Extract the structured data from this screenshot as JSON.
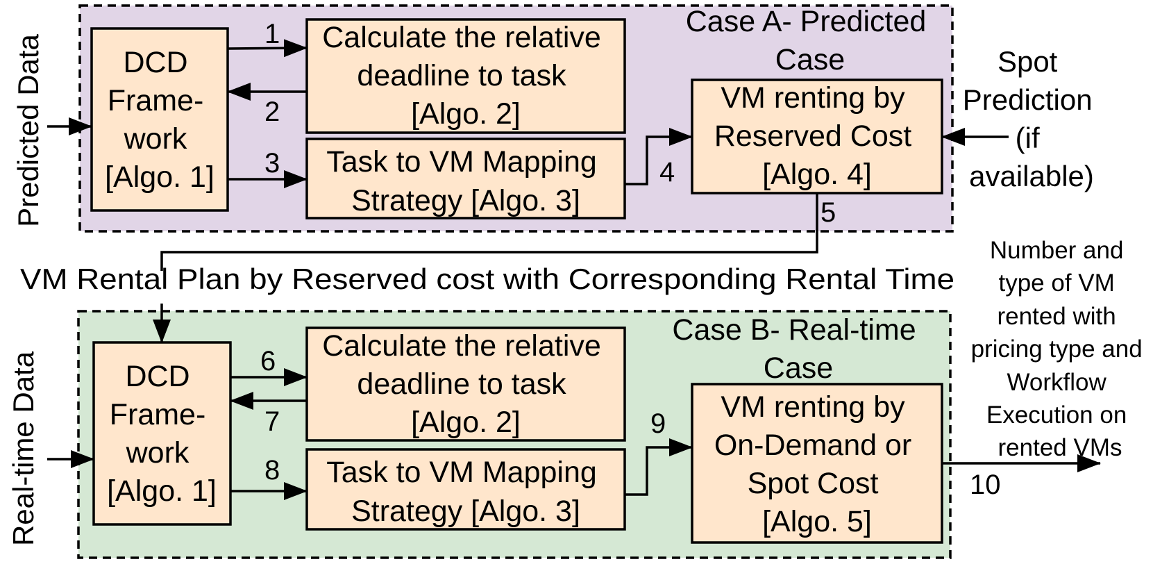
{
  "colors": {
    "case_a_fill": "#e1d5e7",
    "case_b_fill": "#d5e8d4",
    "box_fill": "#ffe6cc",
    "stroke": "#000000"
  },
  "side_labels": {
    "predicted": "Predicted Data",
    "realtime": "Real-time Data"
  },
  "case_a": {
    "title": [
      "Case A- Predicted",
      "Case"
    ],
    "dcd": [
      "DCD",
      "Frame-",
      "work",
      "[Algo. 1]"
    ],
    "calc": [
      "Calculate the relative",
      "deadline to task",
      "[Algo. 2]"
    ],
    "mapping": [
      "Task to VM Mapping",
      "Strategy [Algo. 3]"
    ],
    "renting": [
      "VM renting by",
      "Reserved Cost",
      "[Algo. 4]"
    ]
  },
  "case_b": {
    "title": [
      "Case B- Real-time",
      "Case"
    ],
    "dcd": [
      "DCD",
      "Frame-",
      "work",
      "[Algo. 1]"
    ],
    "calc": [
      "Calculate the relative",
      "deadline to task",
      "[Algo. 2]"
    ],
    "mapping": [
      "Task to VM Mapping",
      "Strategy [Algo. 3]"
    ],
    "renting": [
      "VM renting by",
      "On-Demand or",
      "Spot Cost",
      "[Algo. 5]"
    ]
  },
  "spot_prediction": [
    "Spot",
    "Prediction",
    "(if",
    "available)"
  ],
  "rental_plan": "VM Rental Plan by Reserved cost with Corresponding Rental Time",
  "output_text": [
    "Number and",
    "type of VM",
    "rented with",
    "pricing type and",
    "Workflow",
    "Execution on",
    "rented VMs"
  ],
  "step_labels": [
    "1",
    "2",
    "3",
    "4",
    "5",
    "6",
    "7",
    "8",
    "9",
    "10"
  ]
}
